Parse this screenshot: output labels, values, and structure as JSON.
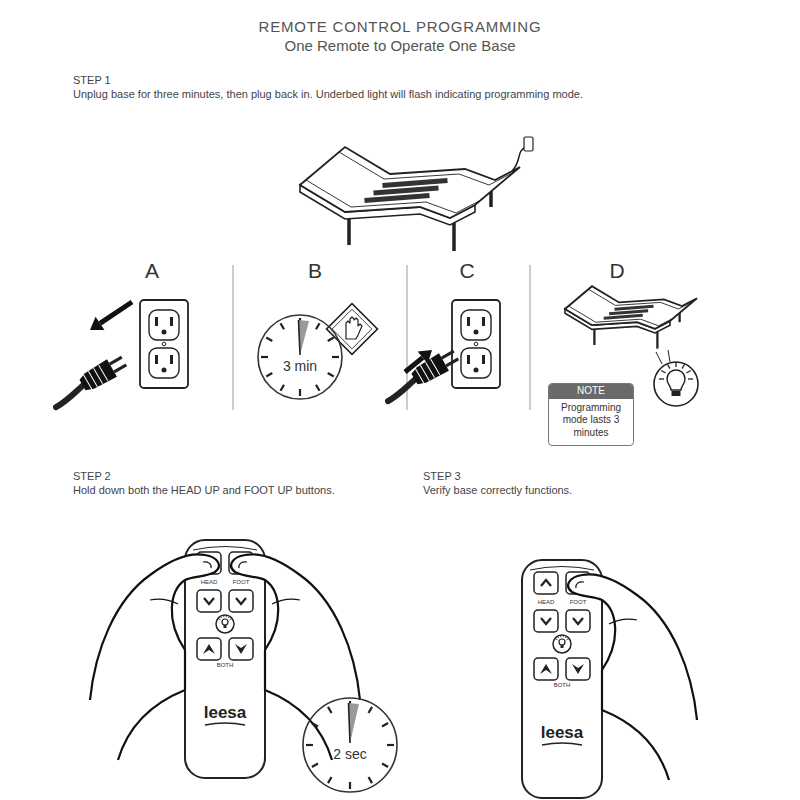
{
  "diagram": {
    "title": "REMOTE CONTROL PROGRAMMING",
    "nodes": [
      {
        "text": [
          "3 min"
        ]
      },
      {
        "text": [
          "NOTE",
          "Programming mode lasts 3 minutes"
        ]
      },
      {
        "text": [
          "2 sec"
        ]
      }
    ],
    "labels": [
      "One Remote to Operate One Base",
      "STEP 1",
      "Unplug base for three minutes, then plug back in. Underbed light will flash indicating programming mode.",
      "A",
      "B",
      "C",
      "D",
      "STEP 2",
      "Hold down both the HEAD UP and FOOT UP buttons.",
      "STEP 3",
      "Verify base correctly functions.",
      "HEAD",
      "FOOT",
      "BOTH",
      "leesa",
      "HEAD",
      "FOOT",
      "BOTH",
      "leesa"
    ]
  }
}
